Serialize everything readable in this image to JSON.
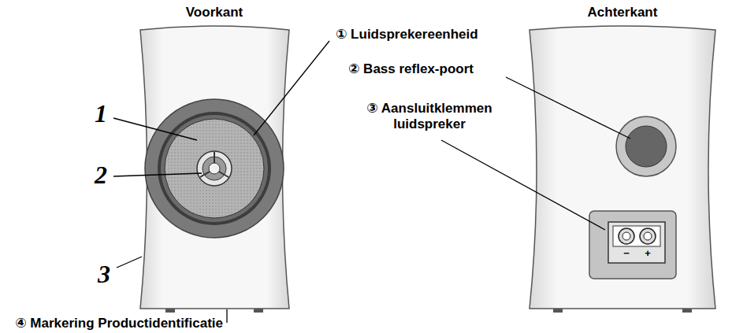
{
  "diagram": {
    "labels": [
      "Voorkant",
      "Achterkant",
      "① Luidsprekereenheid",
      "② Bass reflex-poort",
      "③ Aansluitklemmen luidspreker",
      "1",
      "2",
      "3",
      "④ Markering Productidentificatie",
      "−",
      "+"
    ]
  }
}
